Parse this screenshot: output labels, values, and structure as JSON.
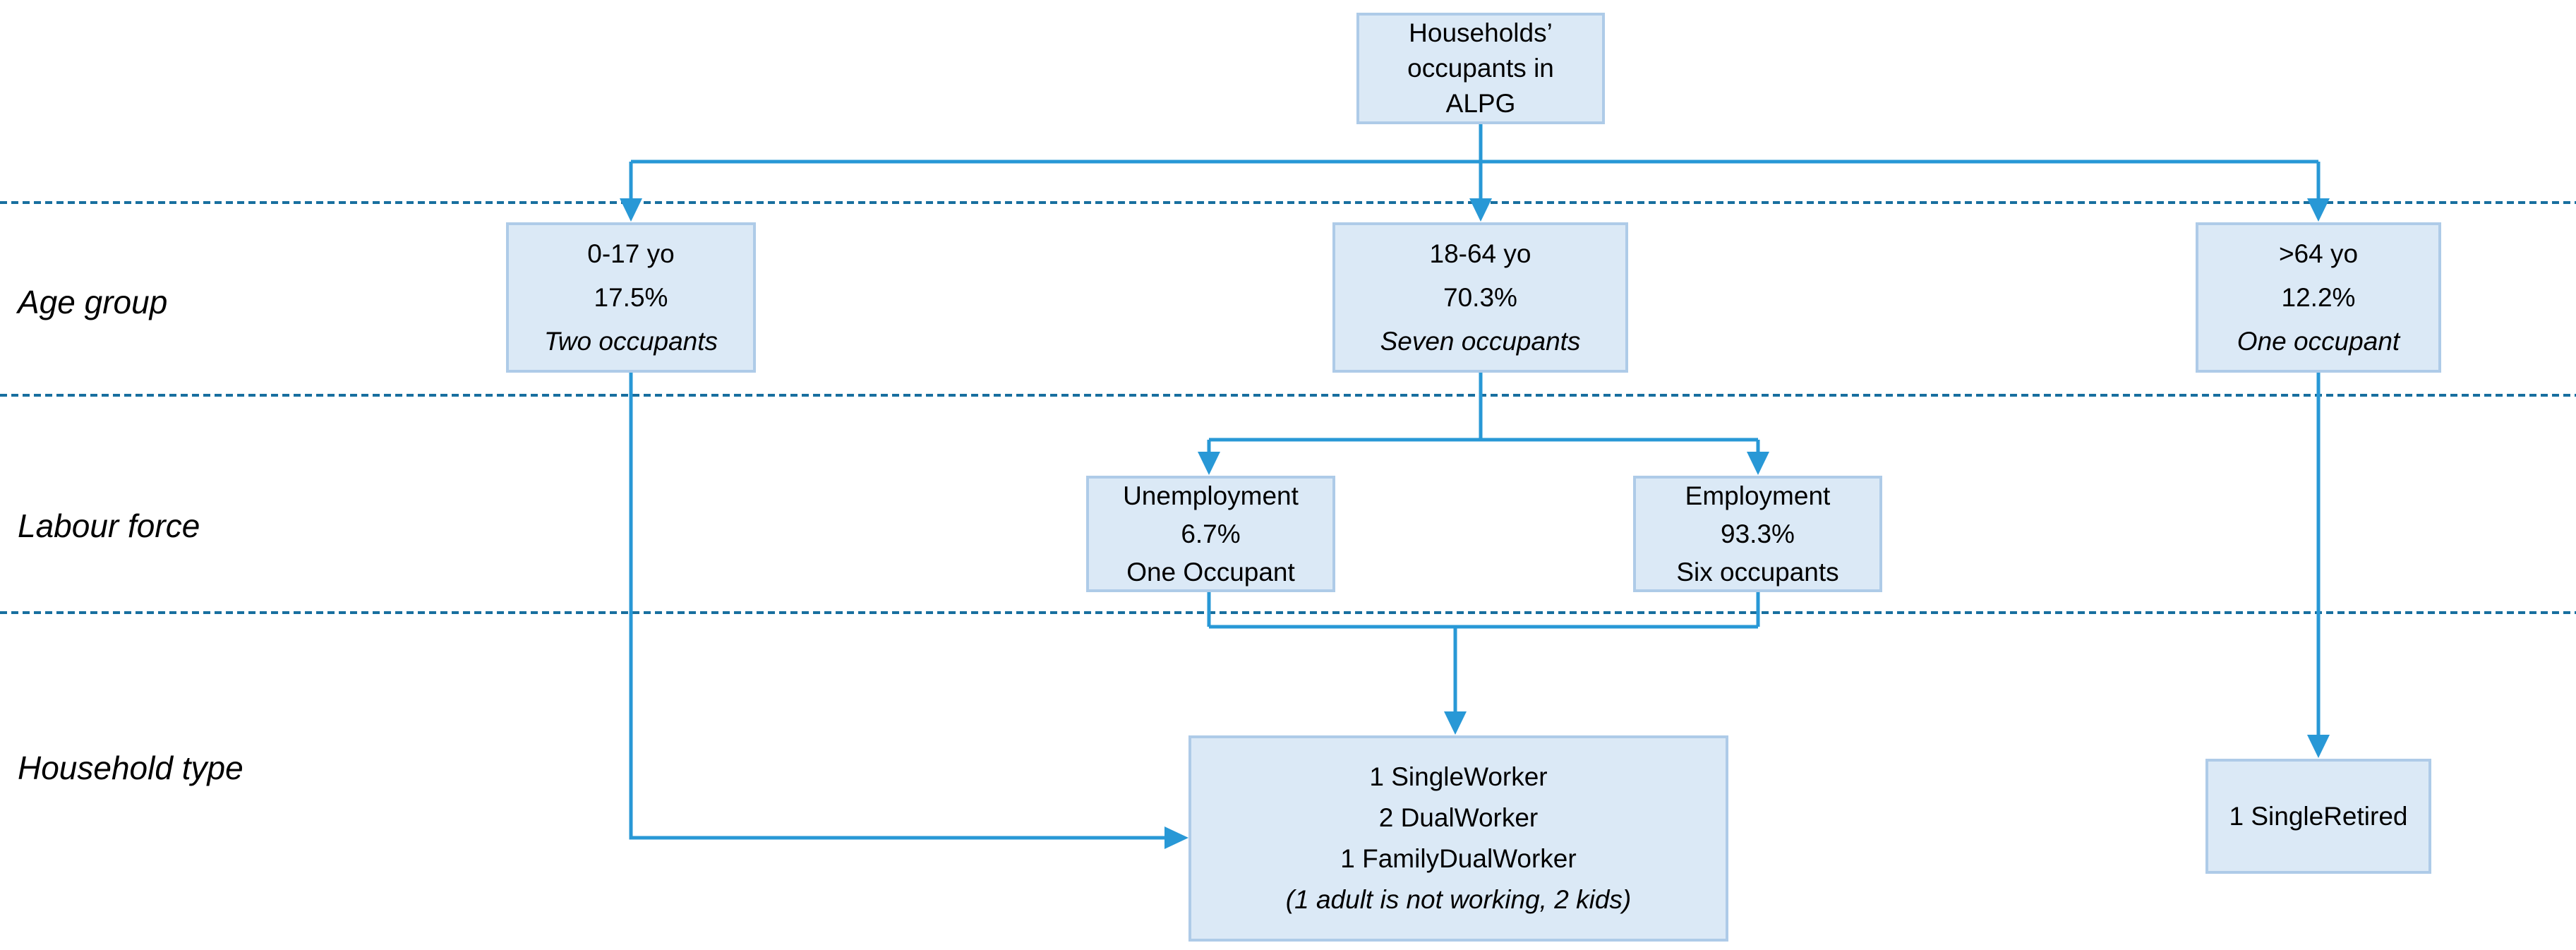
{
  "row_labels": [
    "Age group",
    "Labour force",
    "Household type"
  ],
  "boxes": {
    "root": {
      "lines": [
        "Households’",
        "occupants in",
        "ALPG"
      ]
    },
    "age_0_17": {
      "lines": [
        "0-17 yo",
        "17.5%",
        "Two occupants"
      ]
    },
    "age_18_64": {
      "lines": [
        "18-64 yo",
        "70.3%",
        "Seven occupants"
      ]
    },
    "age_over_64": {
      "lines": [
        ">64 yo",
        "12.2%",
        "One occupant"
      ]
    },
    "unemployment": {
      "lines": [
        "Unemployment",
        "6.7%",
        "One Occupant"
      ]
    },
    "employment": {
      "lines": [
        "Employment",
        "93.3%",
        "Six occupants"
      ]
    },
    "household_types": {
      "lines": [
        "1 SingleWorker",
        "2 DualWorker",
        "",
        "1 FamilyDualWorker",
        "(1 adult is not working, 2 kids)"
      ]
    },
    "single_retired": {
      "lines": [
        "1 SingleRetired"
      ]
    }
  },
  "colors": {
    "box_fill": "#DBE9F6",
    "box_border": "#AECBE8",
    "connector": "#2898D6",
    "separator": "#186F9F",
    "text": "#000000"
  }
}
